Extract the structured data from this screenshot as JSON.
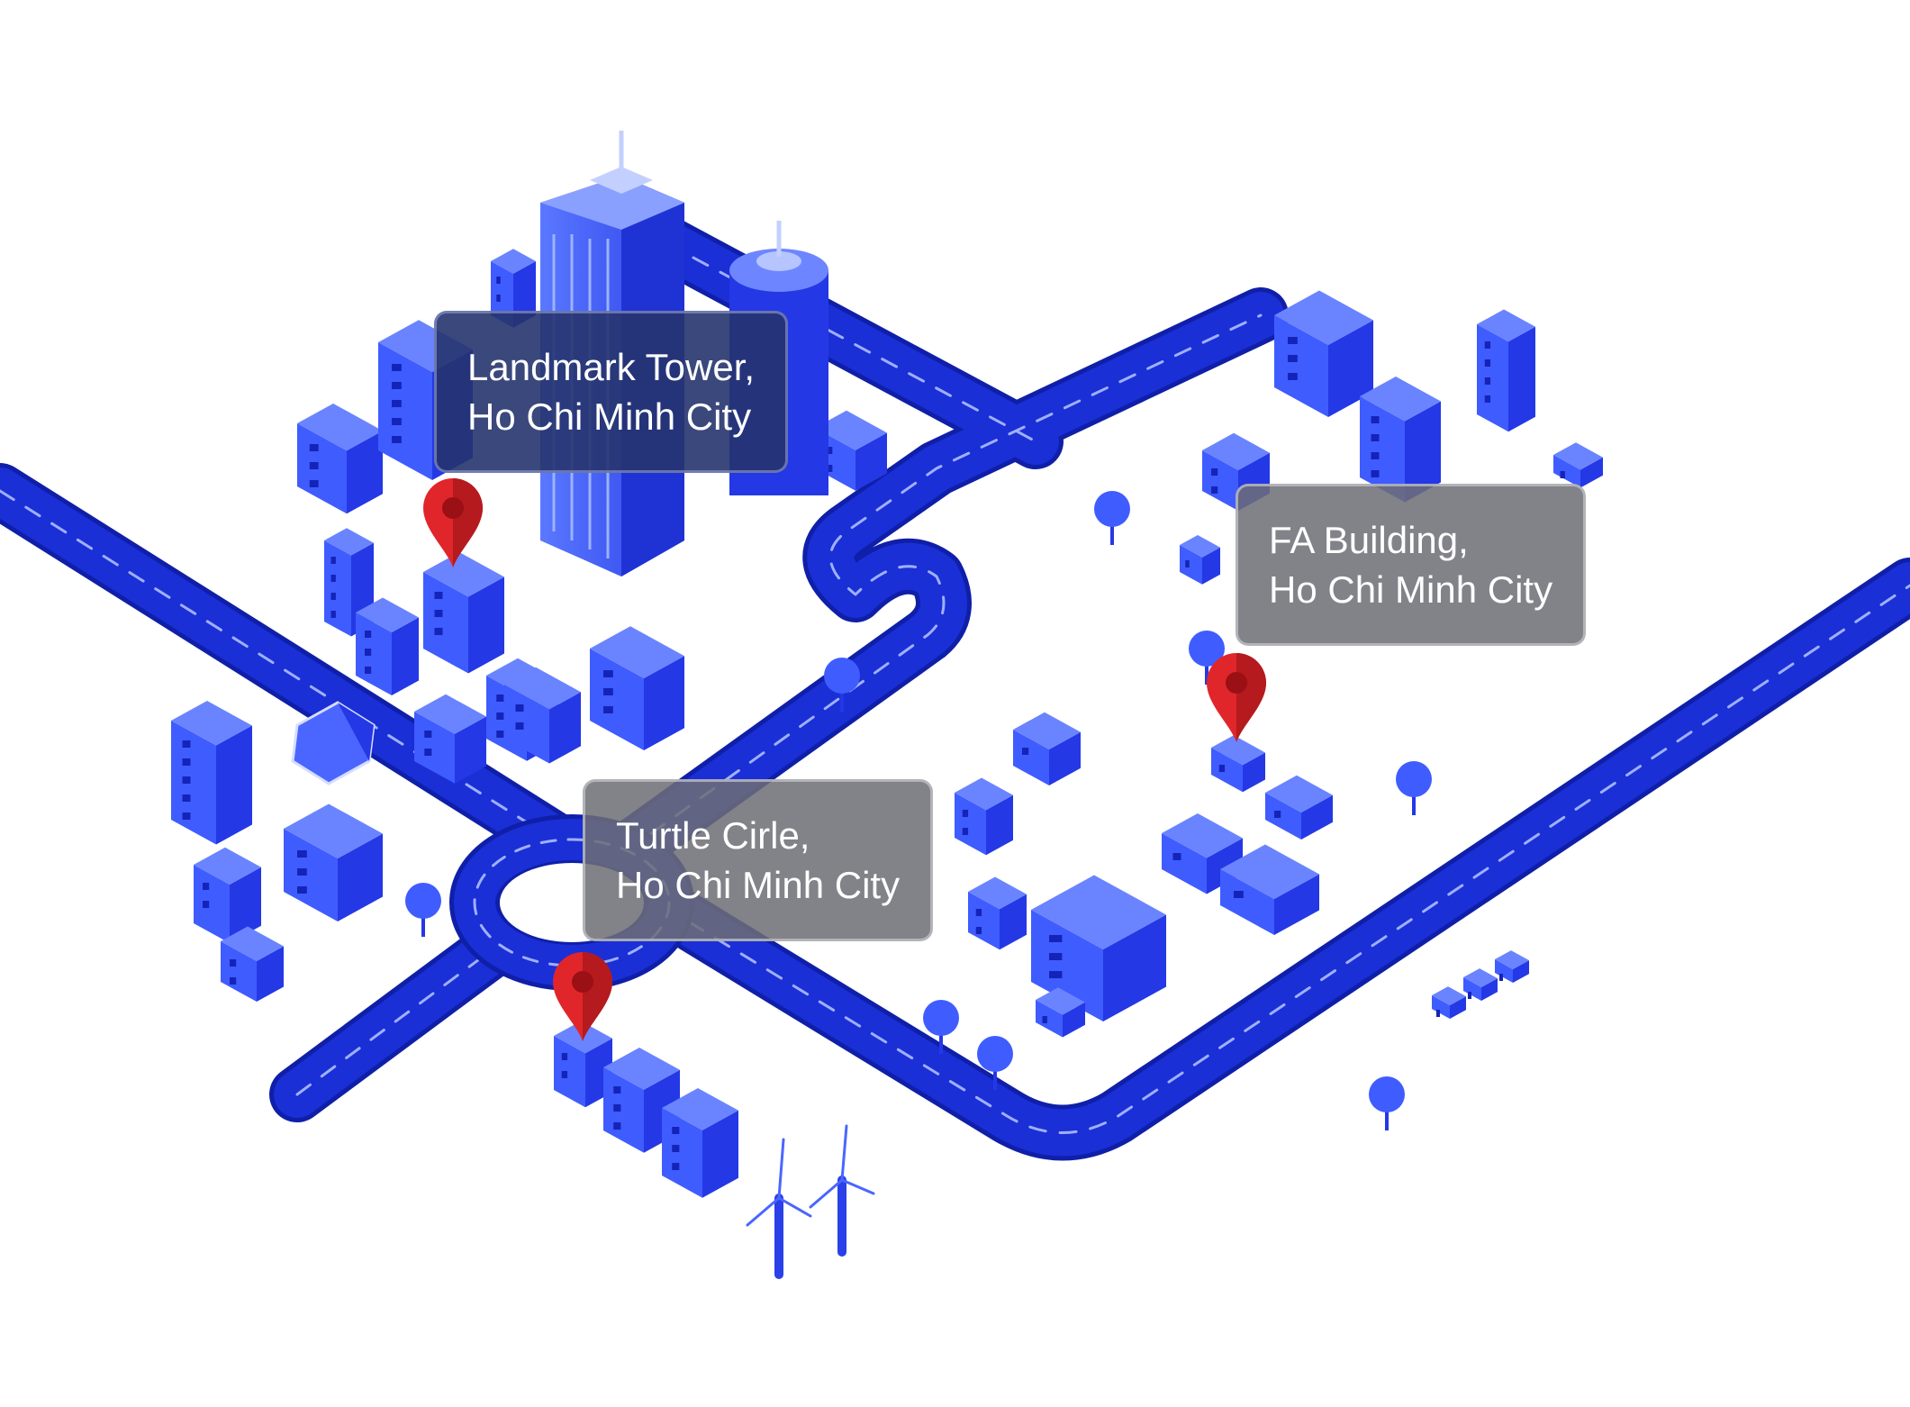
{
  "colors": {
    "road": "#1a2fd6",
    "road_edge": "#0f1fa8",
    "road_dash": "#9fb0ff",
    "building_light": "#3f5cff",
    "building_mid": "#2438e6",
    "building_dark": "#1424b8",
    "pin": "#e0262a",
    "pin_dark": "#9a1014"
  },
  "markers": [
    {
      "name": "landmark-tower",
      "line1": "Landmark Tower,",
      "line2": "Ho Chi Minh City",
      "style": "dark"
    },
    {
      "name": "fa-building",
      "line1": "FA Building,",
      "line2": "Ho Chi Minh City",
      "style": "gray"
    },
    {
      "name": "turtle-circle",
      "line1": "Turtle Cirle,",
      "line2": "Ho Chi Minh City",
      "style": "gray"
    }
  ],
  "icons": {
    "pin": "map-pin-icon",
    "tree": "tree-icon",
    "bus": "bus-icon",
    "wind_turbine": "wind-turbine-icon"
  }
}
